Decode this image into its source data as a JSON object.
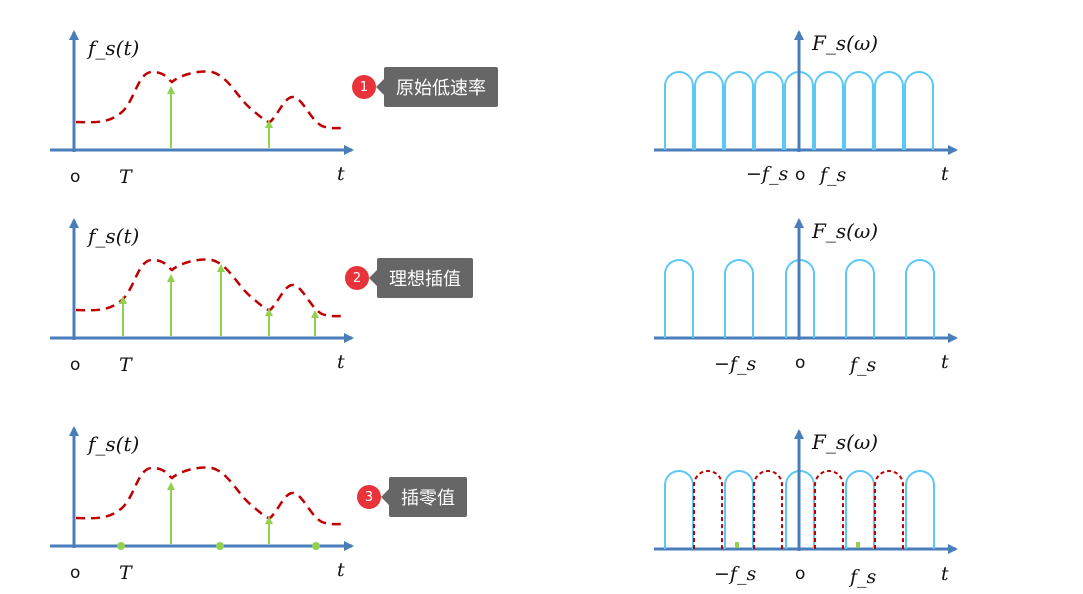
{
  "left_panels": [
    {
      "ylabel": "f_s(t)",
      "origin": "o",
      "tick": "T",
      "xlabel": "t",
      "callout": {
        "num": "1",
        "text": "原始低速率"
      }
    },
    {
      "ylabel": "f_s(t)",
      "origin": "o",
      "tick": "T",
      "xlabel": "t",
      "callout": {
        "num": "2",
        "text": "理想插值"
      }
    },
    {
      "ylabel": "f_s(t)",
      "origin": "o",
      "tick": "T",
      "xlabel": "t",
      "callout": {
        "num": "3",
        "text": "插零值"
      }
    }
  ],
  "right_panels": [
    {
      "ylabel": "F_s(ω)",
      "neg": "−f_s",
      "origin": "o",
      "pos": "f_s",
      "xlabel": "t"
    },
    {
      "ylabel": "F_s(ω)",
      "neg": "−f_s",
      "origin": "o",
      "pos": "f_s",
      "xlabel": "t"
    },
    {
      "ylabel": "F_s(ω)",
      "neg": "−f_s",
      "origin": "o",
      "pos": "f_s",
      "xlabel": "t"
    }
  ],
  "colors": {
    "axis": "#4a7ebb",
    "curve": "#c00000",
    "sample": "#92d050",
    "spectrum": "#5bc8f5",
    "spectrum_zero": "#c00000"
  }
}
